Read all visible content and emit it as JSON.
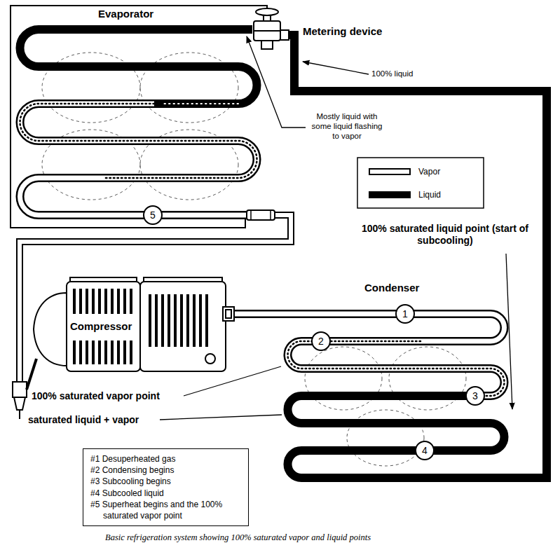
{
  "diagram": {
    "caption": "Basic refrigeration system showing 100% saturated vapor and liquid points",
    "nodes": [
      {
        "text": [
          "1"
        ]
      },
      {
        "text": [
          "2"
        ]
      },
      {
        "text": [
          "3"
        ]
      },
      {
        "text": [
          "4"
        ]
      },
      {
        "text": [
          "5"
        ]
      },
      {
        "text": [
          "#1 Desuperheated gas",
          "#2 Condensing begins",
          "#3 Subcooling begins",
          "#4 Subcooled liquid",
          "#5 Superheat begins and the 100% saturated vapor point"
        ]
      }
    ],
    "labels": [
      "Evaporator",
      "Metering device",
      "100% liquid",
      "Mostly liquid with some liquid flashing to vapor",
      "100% saturated liquid point (start of subcooling)",
      "Condenser",
      "Compressor",
      "100% saturated vapor point",
      "saturated liquid + vapor"
    ],
    "legend": [
      {
        "text": "Vapor"
      },
      {
        "text": "Liquid"
      }
    ]
  }
}
